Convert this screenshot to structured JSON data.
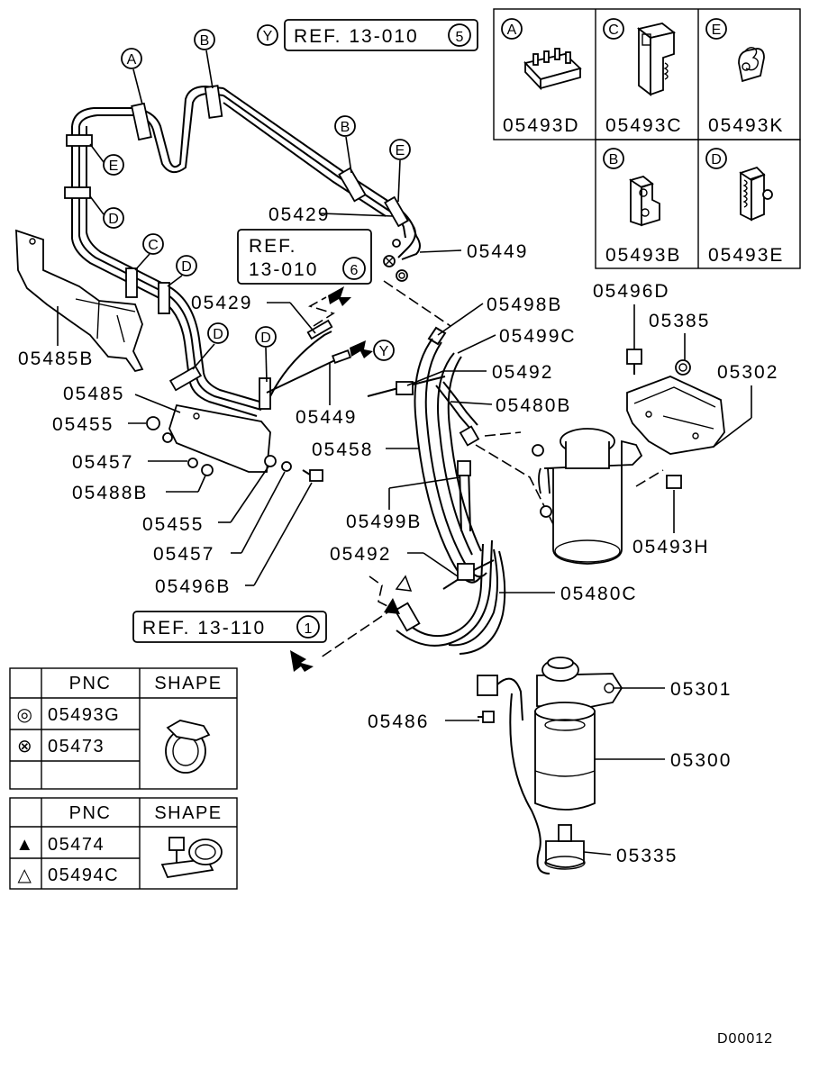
{
  "ref_top": {
    "symbol": "Y",
    "text": "REF. 13-010",
    "num": "5"
  },
  "ref_mid": {
    "line1": "REF.",
    "line2": "13-010",
    "num": "6"
  },
  "ref_bottom": {
    "text": "REF. 13-110",
    "num": "1"
  },
  "arrow_y_label": "Y",
  "clip_grid": [
    {
      "letter": "A",
      "code": "05493D"
    },
    {
      "letter": "C",
      "code": "05493C"
    },
    {
      "letter": "E",
      "code": "05493K"
    },
    {
      "letter": "B",
      "code": "05493B"
    },
    {
      "letter": "D",
      "code": "05493E"
    }
  ],
  "callout_letters": {
    "a1": "A",
    "b1": "B",
    "b2": "B",
    "e1": "E",
    "e2": "E",
    "d1": "D",
    "c1": "C",
    "d2": "D",
    "d3": "D",
    "d4": "D"
  },
  "labels": {
    "p05429a": "05429",
    "p05449a": "05449",
    "p05496d": "05496D",
    "p05385": "05385",
    "p05302": "05302",
    "p05498b": "05498B",
    "p05499c": "05499C",
    "p05492a": "05492",
    "p05480b": "05480B",
    "p05485b": "05485B",
    "p05429b": "05429",
    "p05485": "05485",
    "p05455a": "05455",
    "p05457a": "05457",
    "p05488b": "05488B",
    "p05449b": "05449",
    "p05458": "05458",
    "p05499b": "05499B",
    "p05455b": "05455",
    "p05457b": "05457",
    "p05492b": "05492",
    "p05496b": "05496B",
    "p05480c": "05480C",
    "p05493h": "05493H",
    "p05301": "05301",
    "p05486": "05486",
    "p05300": "05300",
    "p05335": "05335"
  },
  "legend_clamps": {
    "pnc_header": "PNC",
    "shape_header": "SHAPE",
    "rows": [
      {
        "symbol": "◎",
        "pnc": "05493G"
      },
      {
        "symbol": "⊗",
        "pnc": "05473"
      }
    ]
  },
  "legend_hose": {
    "pnc_header": "PNC",
    "shape_header": "SHAPE",
    "rows": [
      {
        "symbol": "▲",
        "pnc": "05474"
      },
      {
        "symbol": "△",
        "pnc": "05494C"
      }
    ]
  },
  "drawing_code": "D00012"
}
